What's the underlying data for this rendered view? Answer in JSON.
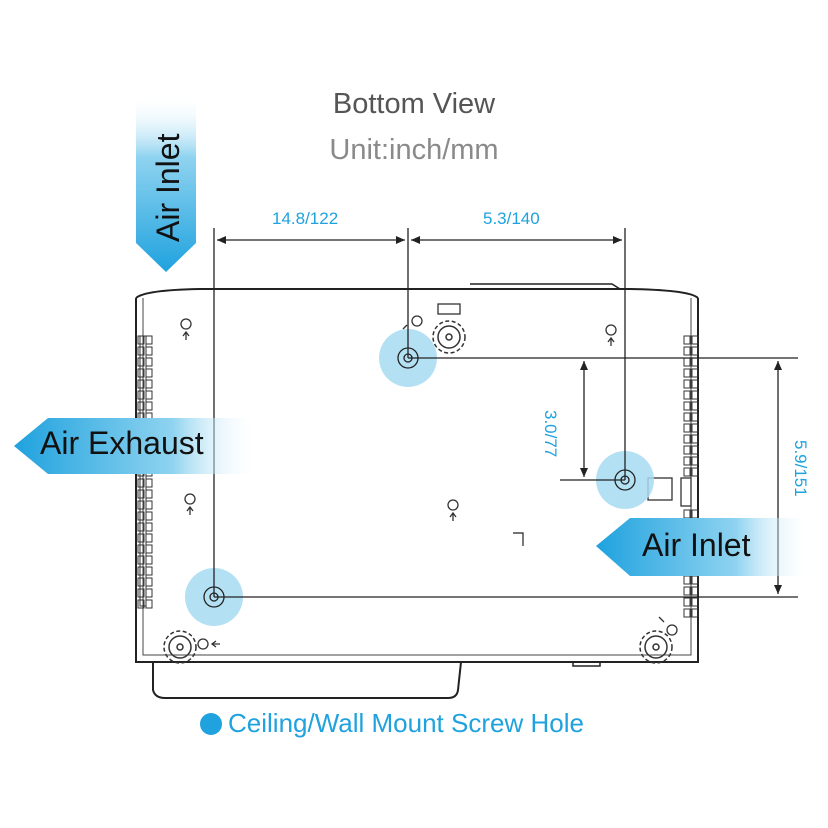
{
  "title": "Bottom View",
  "unit": "Unit:inch/mm",
  "dimensions": {
    "top_left": "14.8/122",
    "top_right": "5.3/140",
    "vertical_inner": "3.0/77",
    "vertical_outer": "5.9/151"
  },
  "airflow": {
    "inlet_top": "Air Inlet",
    "exhaust_left": "Air Exhaust",
    "inlet_right": "Air Inlet"
  },
  "legend": "Ceiling/Wall Mount Screw Hole",
  "colors": {
    "accent": "#1fa2de",
    "outline": "#222222"
  }
}
